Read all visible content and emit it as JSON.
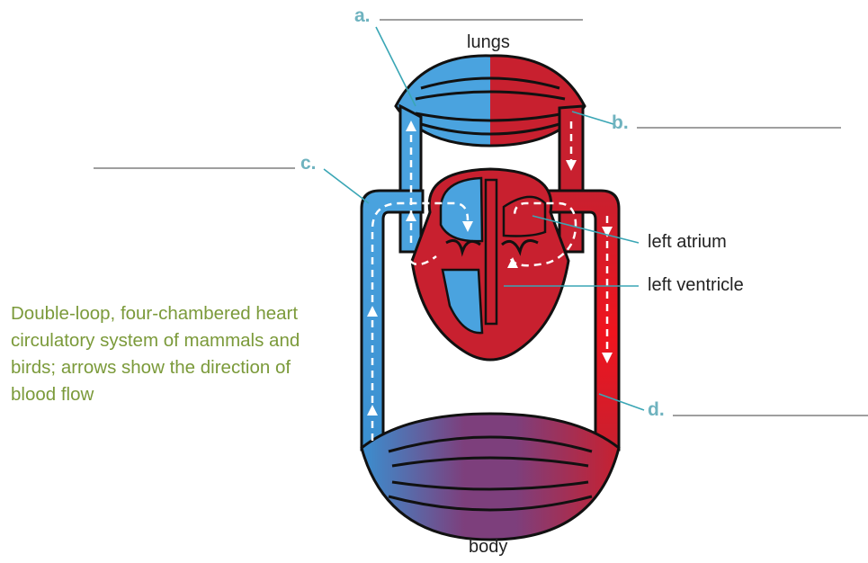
{
  "labels": {
    "lungs": "lungs",
    "body": "body",
    "left_atrium": "left atrium",
    "left_ventricle": "left ventricle"
  },
  "blanks": {
    "a": "a.",
    "b": "b.",
    "c": "c.",
    "d": "d."
  },
  "caption": "Double-loop, four-chambered heart circulatory system of mammals and birds; arrows show the direction of blood flow",
  "colors": {
    "oxygenated": "#c8202f",
    "deoxygenated": "#4aa3df",
    "capillaries": "#7d3f7c",
    "leader": "#3aa6b5",
    "letter": "#6fb3bf",
    "caption": "#7b9a3a"
  }
}
